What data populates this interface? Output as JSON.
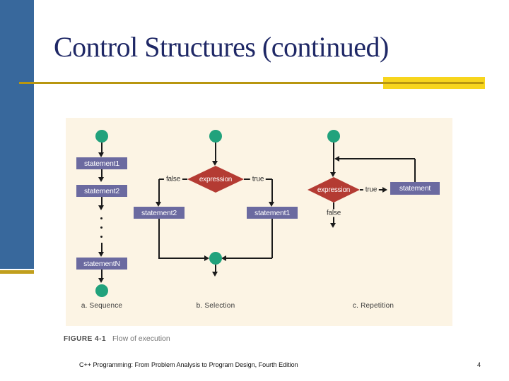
{
  "slide": {
    "title": "Control Structures (continued)",
    "footer": "C++ Programming: From Problem Analysis to Program Design, Fourth Edition",
    "page_number": "4"
  },
  "figure": {
    "caption_label": "FIGURE 4-1",
    "caption_text": "Flow of execution",
    "sequence": {
      "label": "a. Sequence",
      "boxes": [
        "statement1",
        "statement2",
        "statementN"
      ]
    },
    "selection": {
      "label": "b. Selection",
      "condition": "expression",
      "false_label": "false",
      "true_label": "true",
      "false_box": "statement2",
      "true_box": "statement1"
    },
    "repetition": {
      "label": "c. Repetition",
      "condition": "expression",
      "true_label": "true",
      "false_label": "false",
      "box": "statement"
    }
  },
  "colors": {
    "sidebar_blue": "#38689C",
    "accent_gold_dark": "#B8960F",
    "accent_yellow": "#F7D51D",
    "title_navy": "#1F2866",
    "panel_cream": "#FCF4E4",
    "node_green": "#21A27C",
    "box_slate": "#6B6AA0",
    "diamond_red": "#B43B33"
  }
}
